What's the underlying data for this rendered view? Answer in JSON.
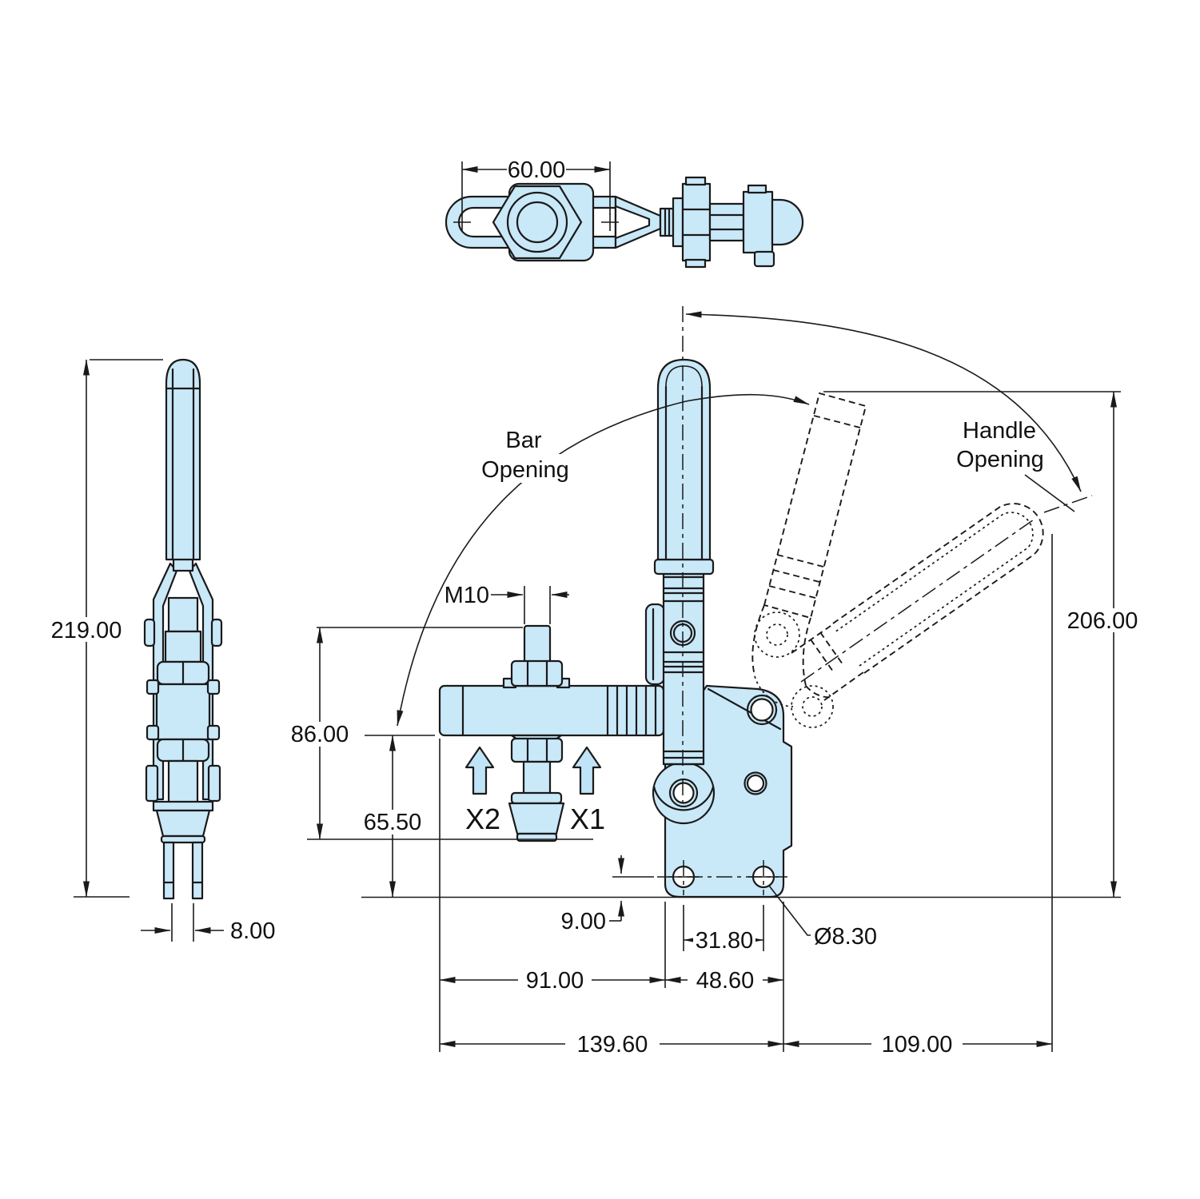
{
  "colors": {
    "part_fill": "#c9e8f8",
    "arrow_fill": "#bfe3f7",
    "line": "#1a1a1a"
  },
  "views": {
    "top": {
      "dims": {
        "width": "60.00"
      }
    },
    "side": {
      "dims": {
        "height": "219.00",
        "slot": "8.00"
      }
    },
    "front": {
      "dims": {
        "thread": "M10",
        "stud_height": "86.00",
        "bar_height": "65.50",
        "hole_offset": "9.00",
        "hole_spacing": "31.80",
        "hole_diameter": "Ø8.30",
        "bar_reach": "91.00",
        "base_width": "48.60",
        "overall_reach": "139.60",
        "handle_reach": "109.00",
        "overall_height": "206.00"
      },
      "labels": {
        "bar_opening_line1": "Bar",
        "bar_opening_line2": "Opening",
        "handle_opening_line1": "Handle",
        "handle_opening_line2": "Opening",
        "force_point_2": "X2",
        "force_point_1": "X1"
      }
    }
  }
}
